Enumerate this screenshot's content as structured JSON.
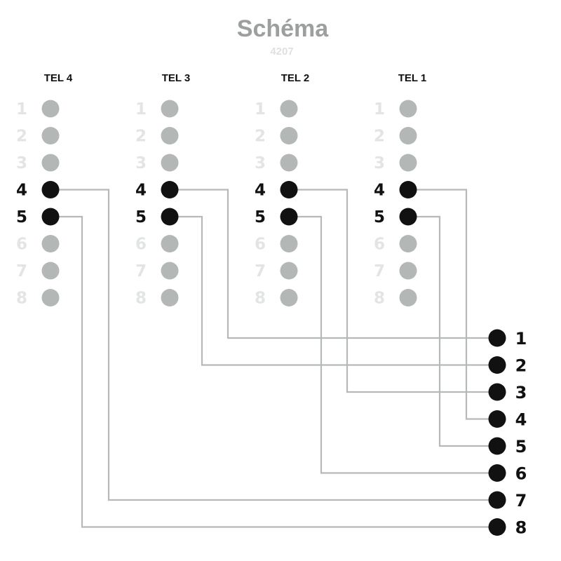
{
  "header": {
    "title": "Schéma",
    "subtitle": "4207"
  },
  "colors": {
    "active_pin": "#111111",
    "inactive_pin": "#b3b8b7",
    "active_number": "#111111",
    "inactive_number": "#e3e5e4",
    "wire": "#b5b9b8",
    "title": "#9ba09f",
    "subtitle": "#dfe1e0"
  },
  "ports": [
    {
      "label": "TEL 4",
      "pins": [
        "1",
        "2",
        "3",
        "4",
        "5",
        "6",
        "7",
        "8"
      ],
      "active": [
        "4",
        "5"
      ]
    },
    {
      "label": "TEL 3",
      "pins": [
        "1",
        "2",
        "3",
        "4",
        "5",
        "6",
        "7",
        "8"
      ],
      "active": [
        "4",
        "5"
      ]
    },
    {
      "label": "TEL 2",
      "pins": [
        "1",
        "2",
        "3",
        "4",
        "5",
        "6",
        "7",
        "8"
      ],
      "active": [
        "4",
        "5"
      ]
    },
    {
      "label": "TEL 1",
      "pins": [
        "1",
        "2",
        "3",
        "4",
        "5",
        "6",
        "7",
        "8"
      ],
      "active": [
        "4",
        "5"
      ]
    }
  ],
  "output": {
    "pins": [
      "1",
      "2",
      "3",
      "4",
      "5",
      "6",
      "7",
      "8"
    ]
  },
  "wiring": [
    {
      "port": "TEL 3",
      "pin": "4",
      "to": "1"
    },
    {
      "port": "TEL 3",
      "pin": "5",
      "to": "2"
    },
    {
      "port": "TEL 2",
      "pin": "4",
      "to": "3"
    },
    {
      "port": "TEL 1",
      "pin": "4",
      "to": "4"
    },
    {
      "port": "TEL 1",
      "pin": "5",
      "to": "5"
    },
    {
      "port": "TEL 2",
      "pin": "5",
      "to": "6"
    },
    {
      "port": "TEL 4",
      "pin": "4",
      "to": "7"
    },
    {
      "port": "TEL 4",
      "pin": "5",
      "to": "8"
    }
  ]
}
